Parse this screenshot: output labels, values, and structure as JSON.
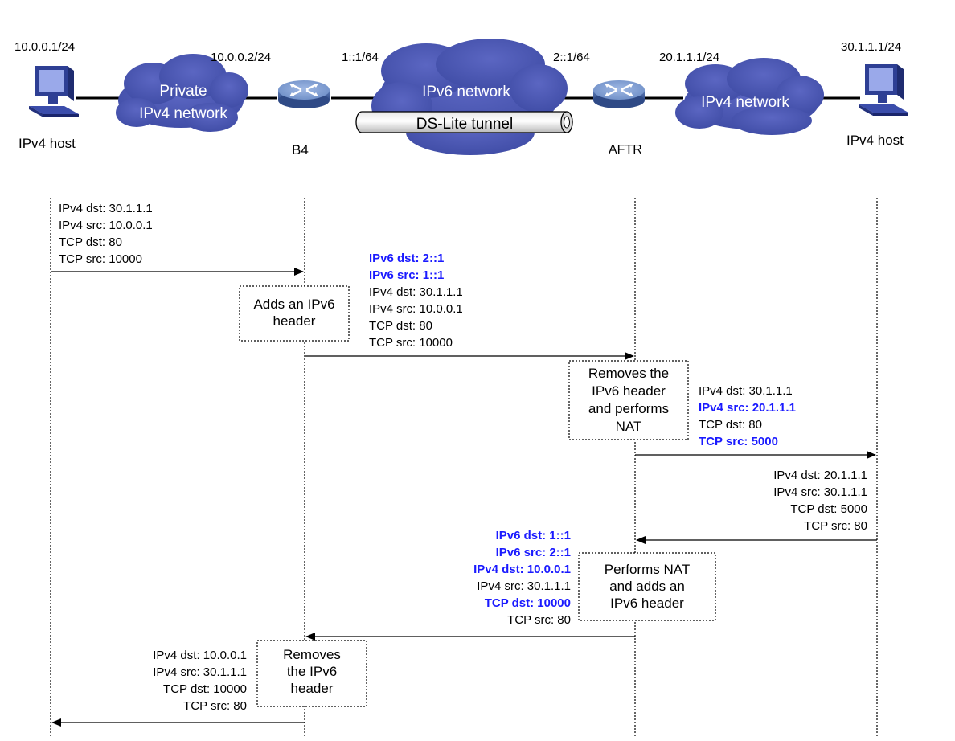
{
  "topology": {
    "left_host": {
      "ip": "10.0.0.1/24",
      "name": "IPv4 host"
    },
    "private_cloud": {
      "line1": "Private",
      "line2": "IPv4 network"
    },
    "b4": {
      "ip": "10.0.0.2/24",
      "name": "B4"
    },
    "ipv6_cloud": {
      "label": "IPv6 network",
      "left_ip": "1::1/64",
      "right_ip": "2::1/64"
    },
    "tunnel": {
      "label": "DS-Lite tunnel"
    },
    "aftr": {
      "ip": "20.1.1.1/24",
      "name": "AFTR"
    },
    "ipv4_cloud": {
      "label": "IPv4 network"
    },
    "right_host": {
      "ip": "30.1.1.1/24",
      "name": "IPv4 host"
    }
  },
  "colors": {
    "cloud": "#4a56b0",
    "highlight": "#1a1aff",
    "device": "#6f8fc7"
  },
  "packets": [
    {
      "lines": [
        {
          "text": "IPv4 dst: 30.1.1.1",
          "hl": false
        },
        {
          "text": "IPv4 src: 10.0.0.1",
          "hl": false
        },
        {
          "text": "TCP dst: 80",
          "hl": false
        },
        {
          "text": "TCP src: 10000",
          "hl": false
        }
      ]
    },
    {
      "lines": [
        {
          "text": "IPv6 dst: 2::1",
          "hl": true
        },
        {
          "text": "IPv6 src: 1::1",
          "hl": true
        },
        {
          "text": "IPv4 dst: 30.1.1.1",
          "hl": false
        },
        {
          "text": "IPv4 src: 10.0.0.1",
          "hl": false
        },
        {
          "text": "TCP dst: 80",
          "hl": false
        },
        {
          "text": "TCP src: 10000",
          "hl": false
        }
      ]
    },
    {
      "lines": [
        {
          "text": "IPv4 dst: 30.1.1.1",
          "hl": false
        },
        {
          "text": "IPv4 src: 20.1.1.1",
          "hl": true
        },
        {
          "text": "TCP dst: 80",
          "hl": false
        },
        {
          "text": "TCP src: 5000",
          "hl": true
        }
      ]
    },
    {
      "lines": [
        {
          "text": "IPv4 dst: 20.1.1.1",
          "hl": false
        },
        {
          "text": "IPv4 src: 30.1.1.1",
          "hl": false
        },
        {
          "text": "TCP dst: 5000",
          "hl": false
        },
        {
          "text": "TCP src: 80",
          "hl": false
        }
      ]
    },
    {
      "lines": [
        {
          "text": "IPv6 dst: 1::1",
          "hl": true
        },
        {
          "text": "IPv6 src: 2::1",
          "hl": true
        },
        {
          "text": "IPv4 dst: 10.0.0.1",
          "hl": true
        },
        {
          "text": "IPv4 src: 30.1.1.1",
          "hl": false
        },
        {
          "text": "TCP dst: 10000",
          "hl": true
        },
        {
          "text": "TCP src: 80",
          "hl": false
        }
      ]
    },
    {
      "lines": [
        {
          "text": "IPv4 dst: 10.0.0.1",
          "hl": false
        },
        {
          "text": "IPv4 src: 30.1.1.1",
          "hl": false
        },
        {
          "text": "TCP dst: 10000",
          "hl": false
        },
        {
          "text": "TCP src: 80",
          "hl": false
        }
      ]
    }
  ],
  "notes": [
    {
      "lines": [
        "Adds an IPv6",
        "header"
      ]
    },
    {
      "lines": [
        "Removes the",
        "IPv6 header",
        "and performs",
        "NAT"
      ]
    },
    {
      "lines": [
        "Performs NAT",
        "and adds an",
        "IPv6 header"
      ]
    },
    {
      "lines": [
        "Removes",
        "the IPv6",
        "header"
      ]
    }
  ]
}
